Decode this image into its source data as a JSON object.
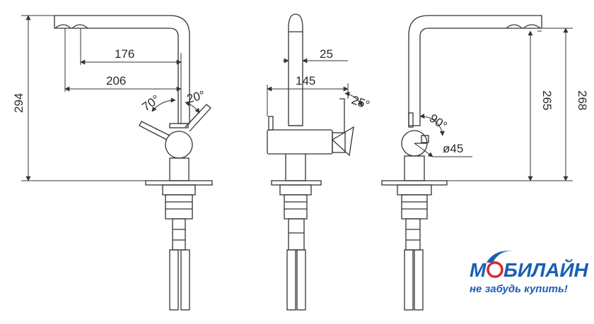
{
  "views": {
    "left": {
      "dims": {
        "d176": "176",
        "d206": "206",
        "d294": "294",
        "a70": "70°",
        "a20": "20°"
      }
    },
    "middle": {
      "dims": {
        "d25": "25",
        "d145": "145",
        "a25": "25°"
      }
    },
    "right": {
      "dims": {
        "a90": "90°",
        "dia45": "ø45",
        "d265": "265",
        "d268": "268"
      }
    }
  },
  "logo": {
    "brand_part1": "М",
    "brand_part2": "БИЛАЙН",
    "slogan": "не забудь купить!"
  },
  "colors": {
    "line": "#333333",
    "logo_blue": "#1a5fb4",
    "logo_red": "#d62828"
  }
}
